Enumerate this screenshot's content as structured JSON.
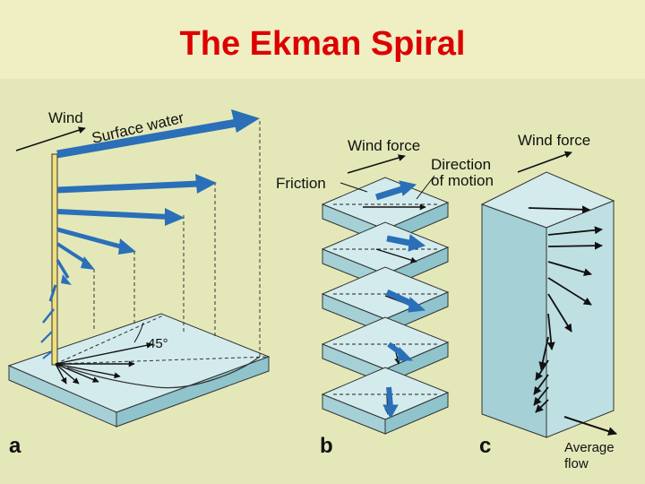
{
  "title": "The Ekman Spiral",
  "labels": {
    "wind": "Wind",
    "surface_water": "Surface water",
    "angle": "45°",
    "wind_force_b": "Wind force",
    "friction": "Friction",
    "direction_of_motion": "Direction of motion",
    "wind_force_c": "Wind force",
    "average_flow": "Average flow",
    "panel_a": "a",
    "panel_b": "b",
    "panel_c": "c"
  },
  "colors": {
    "title": "#dd0000",
    "water_arrow": "#2a6fb8",
    "slab_top": "#d3ebec",
    "slab_side": "#a4d0d6",
    "background": "#e4e8b8"
  }
}
